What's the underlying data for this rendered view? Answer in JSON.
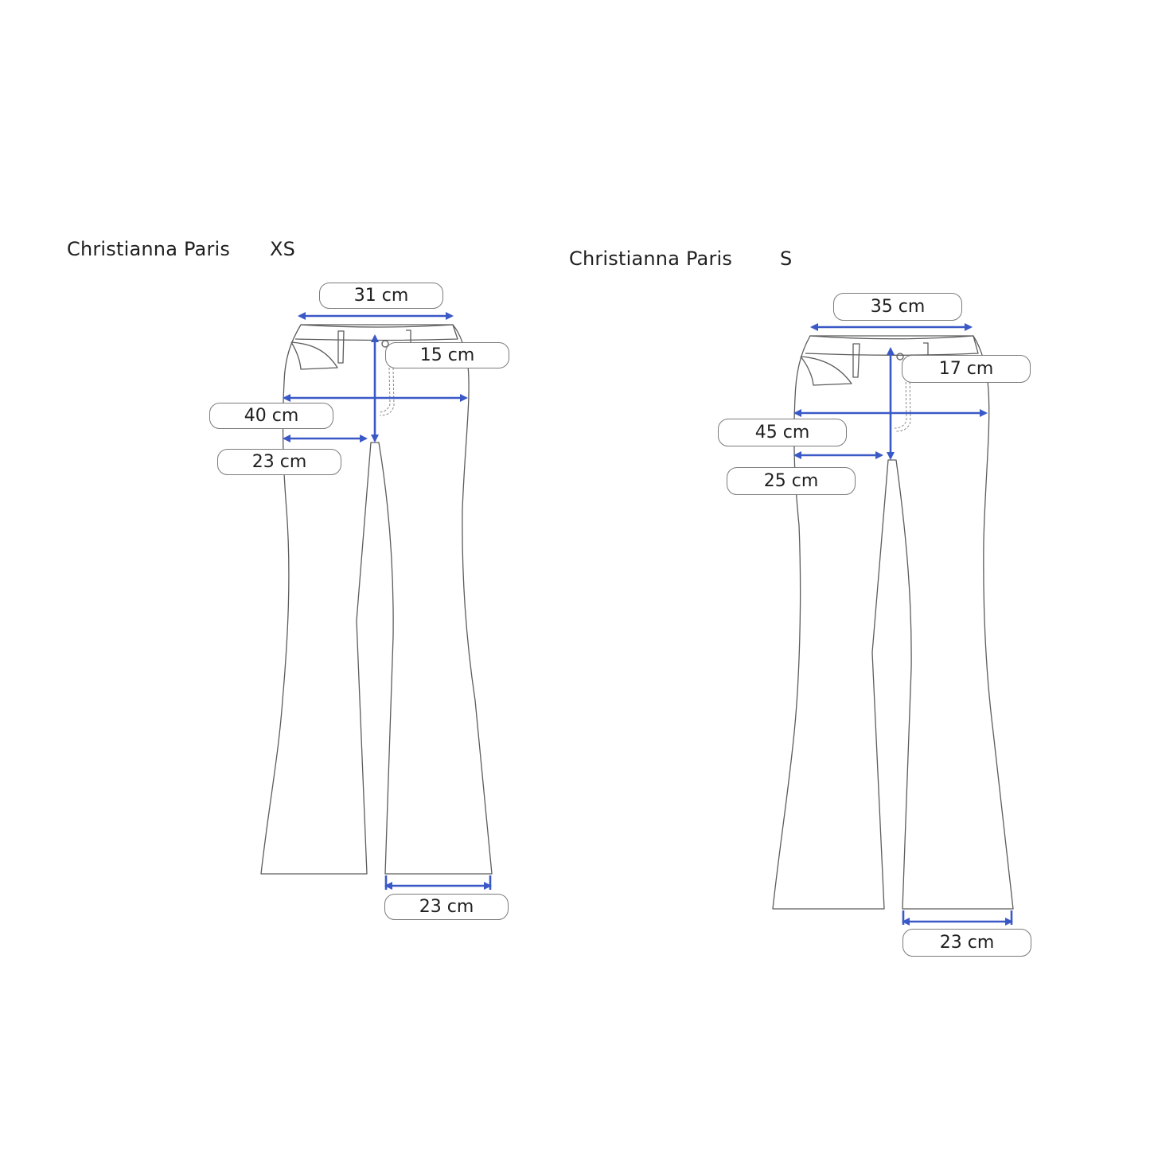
{
  "charts": [
    {
      "brand": "Christianna Paris",
      "size": "XS",
      "measurements": {
        "waist": "31 cm",
        "rise": "15 cm",
        "hip": "40 cm",
        "thigh": "23 cm",
        "hem": "23 cm"
      }
    },
    {
      "brand": "Christianna Paris",
      "size": "S",
      "measurements": {
        "waist": "35 cm",
        "rise": "17 cm",
        "hip": "45 cm",
        "thigh": "25 cm",
        "hem": "23 cm"
      }
    }
  ],
  "colors": {
    "arrow": "#3a59c7",
    "outline": "#5c5c5c",
    "label_border": "#7b7b7b"
  }
}
